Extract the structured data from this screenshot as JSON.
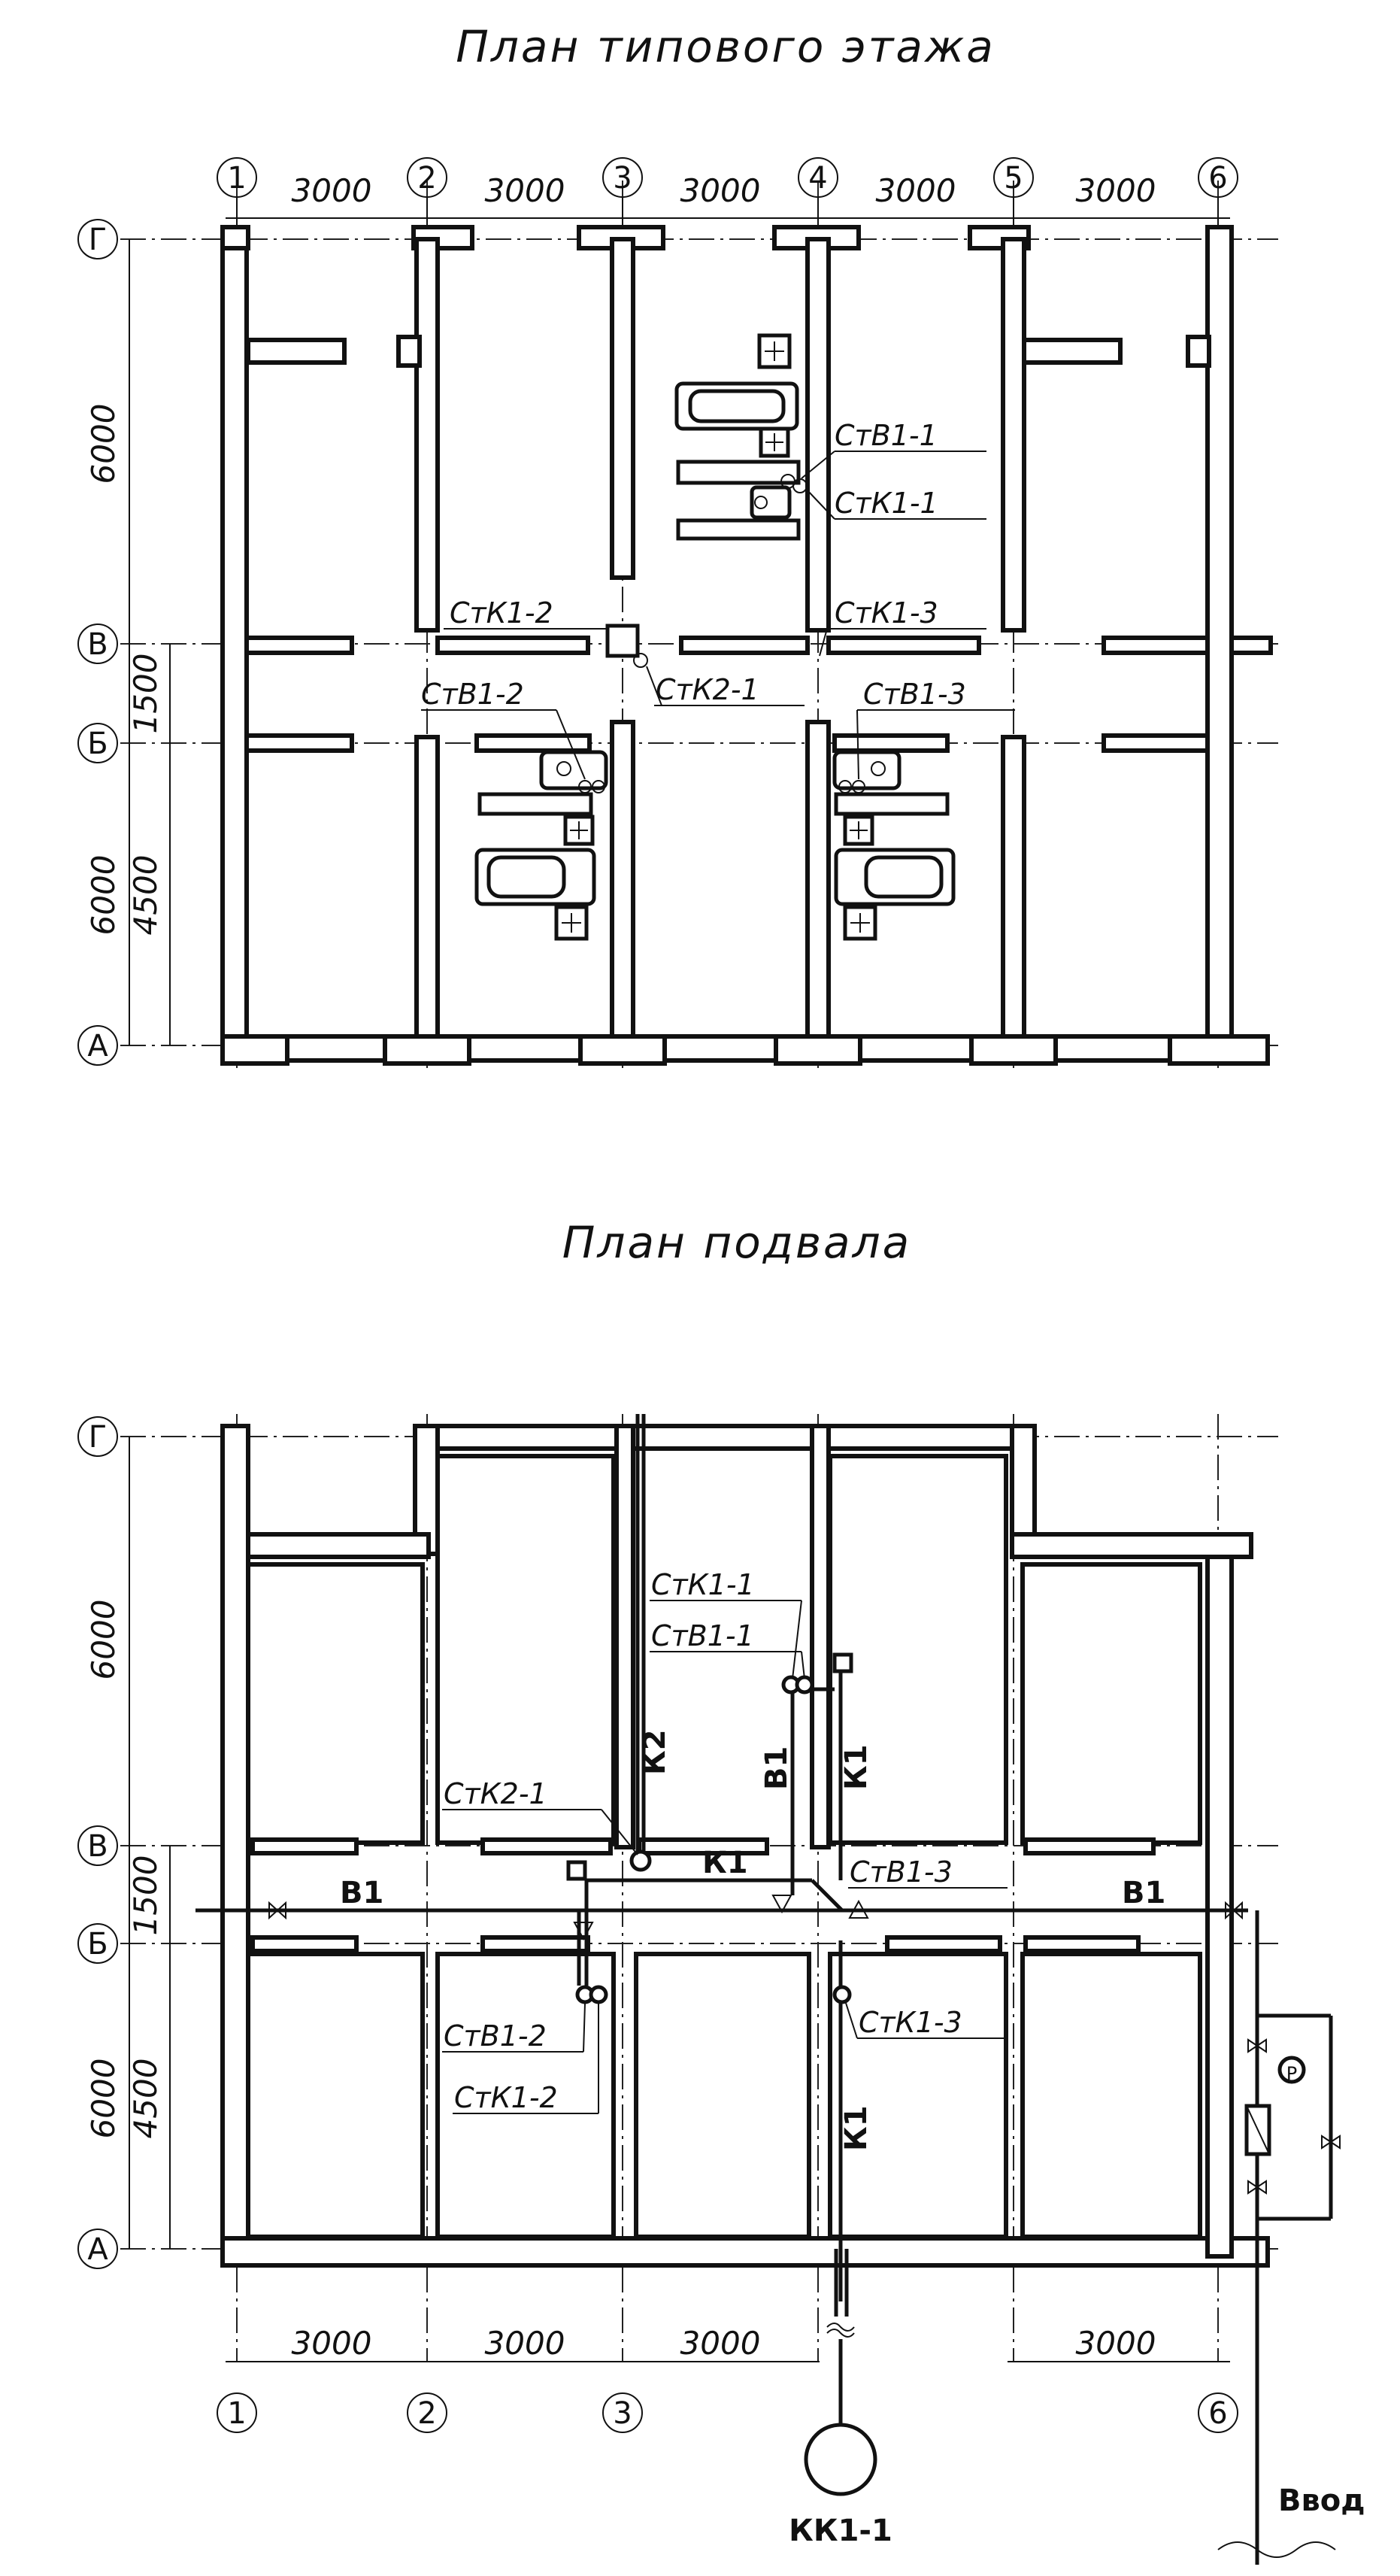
{
  "plan_typical": {
    "title": "План типового этажа",
    "axes_x": [
      "1",
      "2",
      "3",
      "4",
      "5",
      "6"
    ],
    "axes_y": [
      "Г",
      "В",
      "Б",
      "А"
    ],
    "dims_top": [
      "3000",
      "3000",
      "3000",
      "3000",
      "3000"
    ],
    "dims_left": [
      "6000",
      "1500",
      "6000",
      "4500"
    ],
    "labels": [
      "СтВ1-1",
      "СтК1-1",
      "СтК1-2",
      "СтК1-3",
      "СтВ1-2",
      "СтК2-1",
      "СтВ1-3"
    ]
  },
  "plan_basement": {
    "title": "План подвала",
    "axes_x": [
      "1",
      "2",
      "3",
      "6"
    ],
    "axes_y": [
      "Г",
      "В",
      "Б",
      "А"
    ],
    "dims_bottom": [
      "3000",
      "3000",
      "3000",
      "3000"
    ],
    "dims_left": [
      "6000",
      "1500",
      "6000",
      "4500"
    ],
    "labels": [
      "СтК1-1",
      "СтВ1-1",
      "СтК2-1",
      "СтВ1-3",
      "СтК1-3",
      "СтВ1-2",
      "СтК1-2"
    ],
    "pipe_labels": [
      "К2",
      "В1",
      "К1",
      "К1",
      "В1",
      "В1",
      "К1"
    ],
    "inlet": "Ввод",
    "well": "КК1-1",
    "gauge": "P"
  }
}
